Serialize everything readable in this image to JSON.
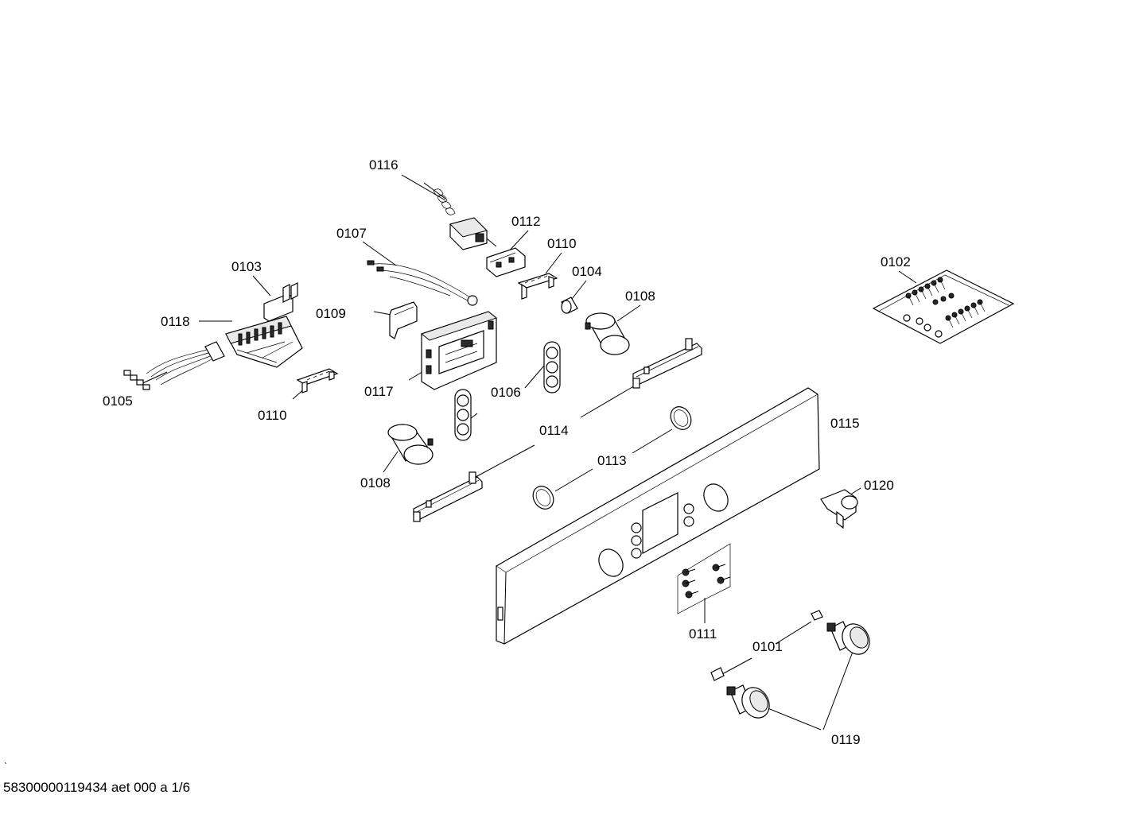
{
  "parts": [
    {
      "id": "0116",
      "label": "0116"
    },
    {
      "id": "0112",
      "label": "0112"
    },
    {
      "id": "0110a",
      "label": "0110"
    },
    {
      "id": "0107",
      "label": "0107"
    },
    {
      "id": "0103",
      "label": "0103"
    },
    {
      "id": "0104",
      "label": "0104"
    },
    {
      "id": "0108a",
      "label": "0108"
    },
    {
      "id": "0102",
      "label": "0102"
    },
    {
      "id": "0118",
      "label": "0118"
    },
    {
      "id": "0109",
      "label": "0109"
    },
    {
      "id": "0105",
      "label": "0105"
    },
    {
      "id": "0110b",
      "label": "0110"
    },
    {
      "id": "0117",
      "label": "0117"
    },
    {
      "id": "0106",
      "label": "0106"
    },
    {
      "id": "0115",
      "label": "0115"
    },
    {
      "id": "0114",
      "label": "0114"
    },
    {
      "id": "0113",
      "label": "0113"
    },
    {
      "id": "0108b",
      "label": "0108"
    },
    {
      "id": "0120",
      "label": "0120"
    },
    {
      "id": "0111",
      "label": "0111"
    },
    {
      "id": "0101",
      "label": "0101"
    },
    {
      "id": "0119",
      "label": "0119"
    }
  ],
  "footer": "58300000119434 aet 000 a 1/6"
}
